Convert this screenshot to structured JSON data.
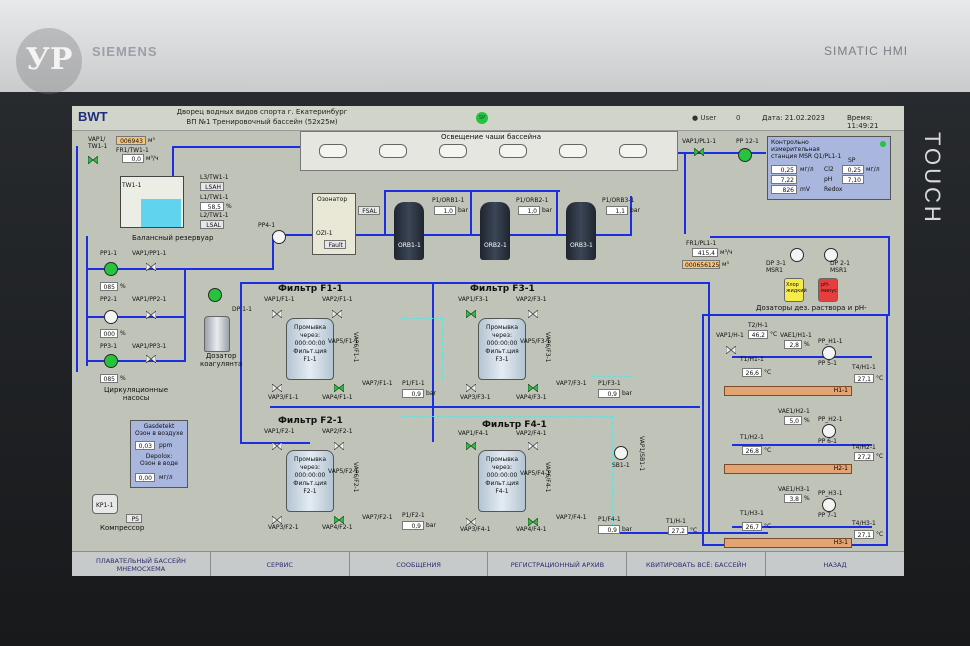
{
  "device": {
    "logo_watermark": "УР",
    "brand": "SIEMENS",
    "model": "SIMATIC HMI",
    "touch": "TOUCH"
  },
  "header": {
    "logo": "BWT",
    "title_line1": "Дворец водных видов спорта г. Екатеринбург",
    "title_line2": "ВП №1 Тренировочный бассейн (52х25м)",
    "sp": "SP",
    "user_label": "User",
    "user_value": "0",
    "date_label": "Дата:",
    "date": "21.02.2023",
    "time_label": "Время:",
    "time": "11:49:21"
  },
  "lighting": {
    "title": "Освещение чаши бассейна",
    "lamp_count": 6
  },
  "left": {
    "vap_tw": "VAP1/\nTW1-1",
    "fr_tw_total": "006943",
    "fr_tw_total_unit": "м³",
    "fr_tw_label": "FR1/TW1-1",
    "fr_tw_flow": "0,0",
    "fr_tw_flow_unit": "м³/ч",
    "tw1": "TW1-1",
    "l3": "L3/TW1-1",
    "lsah": "LSAH",
    "l1": "L1/TW1-1",
    "level": "58,5",
    "level_unit": "%",
    "l2": "L2/TW1-1",
    "lsal": "LSAL",
    "balance_caption": "Балансный резервуар",
    "pp1": "PP1-1",
    "pp1_val": "085",
    "vap_pp1": "VAP1/PP1-1",
    "pp2": "PP2-1",
    "pp2_val": "000",
    "vap_pp2": "VAP1/PP2-1",
    "pp3": "PP3-1",
    "pp3_val": "085",
    "vap_pp3": "VAP1/PP3-1",
    "pct": "%",
    "pumps_caption": "Циркуляционные\nнасосы",
    "pp4": "PP4-1",
    "gas_title": "Gasdetekt\nОзон в воздухе",
    "gas_val": "0,03",
    "gas_unit": "ppm",
    "depolox_title": "Depolox:\nОзон в воде",
    "depolox_val": "0,00",
    "depolox_unit": "мг/л",
    "kp": "KP1-1",
    "ps": "PS",
    "kp_caption": "Компрессор"
  },
  "ozon": {
    "title": "Озонатор",
    "ozi": "OZI-1",
    "fault": "Fault",
    "fsal": "FSAL"
  },
  "dp1": {
    "label": "DP 1-1",
    "caption": "Дозатор\nкоагулянта"
  },
  "orb": [
    {
      "name": "ORB1-1",
      "p_label": "P1/ORB1-1",
      "p_val": "1,0",
      "unit": "bar"
    },
    {
      "name": "ORB2-1",
      "p_label": "P1/ORB2-1",
      "p_val": "1,0",
      "unit": "bar"
    },
    {
      "name": "ORB3-1",
      "p_label": "P1/ORB3-1",
      "p_val": "1,1",
      "unit": "bar"
    }
  ],
  "filters": [
    {
      "title": "Фильтр F1-1",
      "name": "F1-1",
      "vap1": "VAP1/F1-1",
      "vap2": "VAP2/F1-1",
      "vap3": "VAP3/F1-1",
      "vap4": "VAP4/F1-1",
      "vap5": "VAP5/F1-1",
      "vap6": "VAP6/F1-1",
      "vap7": "VAP7/F1-1",
      "p_label": "P1/F1-1",
      "p_val": "0,9",
      "unit": "bar"
    },
    {
      "title": "Фильтр F3-1",
      "name": "F3-1",
      "vap1": "VAP1/F3-1",
      "vap2": "VAP2/F3-1",
      "vap3": "VAP3/F3-1",
      "vap4": "VAP4/F3-1",
      "vap5": "VAP5/F3-1",
      "vap6": "VAP6/F3-1",
      "vap7": "VAP7/F3-1",
      "p_label": "P1/F3-1",
      "p_val": "0,9",
      "unit": "bar"
    },
    {
      "title": "Фильтр F2-1",
      "name": "F2-1",
      "vap1": "VAP1/F2-1",
      "vap2": "VAP2/F2-1",
      "vap3": "VAP3/F2-1",
      "vap4": "VAP4/F2-1",
      "vap5": "VAP5/F2-1",
      "vap6": "VAP6/F2-1",
      "vap7": "VAP7/F2-1",
      "p_label": "P1/F2-1",
      "p_val": "0,9",
      "unit": "bar"
    },
    {
      "title": "Фильтр F4-1",
      "name": "F4-1",
      "vap1": "VAP1/F4-1",
      "vap2": "VAP2/F4-1",
      "vap3": "VAP3/F4-1",
      "vap4": "VAP4/F4-1",
      "vap5": "VAP5/F4-1",
      "vap6": "VAP6/F4-1",
      "vap7": "VAP7/F4-1",
      "p_label": "P1/F4-1",
      "p_val": "0,9",
      "unit": "bar"
    }
  ],
  "filter_text": {
    "l1": "Промывка",
    "l2": "через:",
    "l3": "000:00:00",
    "l4": "Фильт.ция"
  },
  "sb": {
    "sb": "SB1-1",
    "vap": "VAP1/SB1-1"
  },
  "right": {
    "vap_pl": "VAP1/PL1-1",
    "pp12": "PP 12-1",
    "msr_title": "Контрольно\nизмерительная\nстанция MSR Q1/PL1-1",
    "msr_sp": "SP",
    "cl_val": "0,25",
    "cl_unit": "мг/л",
    "cl_label": "Cl2",
    "cl_sp": "0,25",
    "cl_sp_unit": "мг/л",
    "ph_val": "7,22",
    "ph_label": "pH",
    "ph_sp": "7,10",
    "redox_val": "826",
    "redox_unit": "mV",
    "redox_label": "Redox",
    "fr_pl": "FR1/PL1-1",
    "fr_pl_flow": "415,4",
    "fr_pl_flow_unit": "м³/ч",
    "fr_pl_total": "000656125",
    "fr_pl_total_unit": "м³",
    "dp3": "DP 3-1\nMSR1",
    "dp2": "DP 2-1\nMSR1",
    "dp3_tag": "Хлор\nжидкий",
    "dp2_tag": "pH-\nминус",
    "dosers_caption": "Дозаторы дез. раствора и pH-",
    "vap_h1": "VAP1/H-1",
    "t2h": "T2/H-1",
    "t2h_val": "46,2",
    "vae_h1": "VAE1/H1-1",
    "vae_h1_val": "2,8",
    "pp_h1": "PP_H1-1",
    "pp5": "PP 5-1",
    "t1h1": "T1/H1-1",
    "t1h1_val": "26,6",
    "t4h1": "T4/H1-1",
    "t4h1_val": "27,1",
    "h1": "H1-1",
    "vae_h2": "VAE1/H2-1",
    "vae_h2_val": "5,0",
    "pp_h2": "PP_H2-1",
    "pp6": "PP 6-1",
    "t1h2": "T1/H2-1",
    "t1h2_val": "26,8",
    "t4h2": "T4/H2-1",
    "t4h2_val": "27,2",
    "h2": "H2-1",
    "vae_h3": "VAE1/H3-1",
    "vae_h3_val": "3,8",
    "pp_h3": "PP_H3-1",
    "pp7": "PP 7-1",
    "t1h3": "T1/H3-1",
    "t1h3_val": "26,7",
    "t4h3": "T4/H3-1",
    "t4h3_val": "27,1",
    "h3": "H3-1",
    "t1h": "T1/H-1",
    "t1h_val": "27,2",
    "pct": "%",
    "deg": "°C"
  },
  "nav": [
    "ПЛАВАТЕЛЬНЫЙ БАССЕЙН МНЕМОСХЕМА",
    "СЕРВИС",
    "СООБЩЕНИЯ",
    "РЕГИСТРАЦИОННЫЙ АРХИВ",
    "КВИТИРОВАТЬ ВСЁ: БАССЕЙН",
    "НАЗАД"
  ],
  "colors": {
    "pipe": "#1b2ee0",
    "pump_on": "#26c43c",
    "background": "#c0c3b7",
    "panel": "#a9b6de",
    "alarm_value": "#f7c57a",
    "heater": "#e3a474"
  }
}
